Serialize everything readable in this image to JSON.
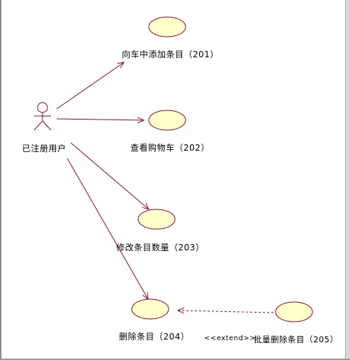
{
  "diagram": {
    "actor": {
      "label": "已注册用户"
    },
    "use_cases": [
      {
        "id": "uc201",
        "label": "向车中添加条目（201）"
      },
      {
        "id": "uc202",
        "label": "查看购物车（202）"
      },
      {
        "id": "uc203",
        "label": "修改条目数量（203）"
      },
      {
        "id": "uc204",
        "label": "删除条目（204）"
      },
      {
        "id": "uc205",
        "label": "批量删除条目（205）"
      }
    ],
    "relations": [
      {
        "from": "actor",
        "to": "uc201",
        "type": "association"
      },
      {
        "from": "actor",
        "to": "uc202",
        "type": "association"
      },
      {
        "from": "actor",
        "to": "uc203",
        "type": "association"
      },
      {
        "from": "actor",
        "to": "uc204",
        "type": "association"
      },
      {
        "from": "uc205",
        "to": "uc204",
        "type": "extend",
        "label": "<<extend>>"
      }
    ],
    "colors": {
      "ellipse_fill": "#ffffcc",
      "ellipse_stroke": "#990033",
      "line": "#990033",
      "text": "#000000"
    }
  }
}
